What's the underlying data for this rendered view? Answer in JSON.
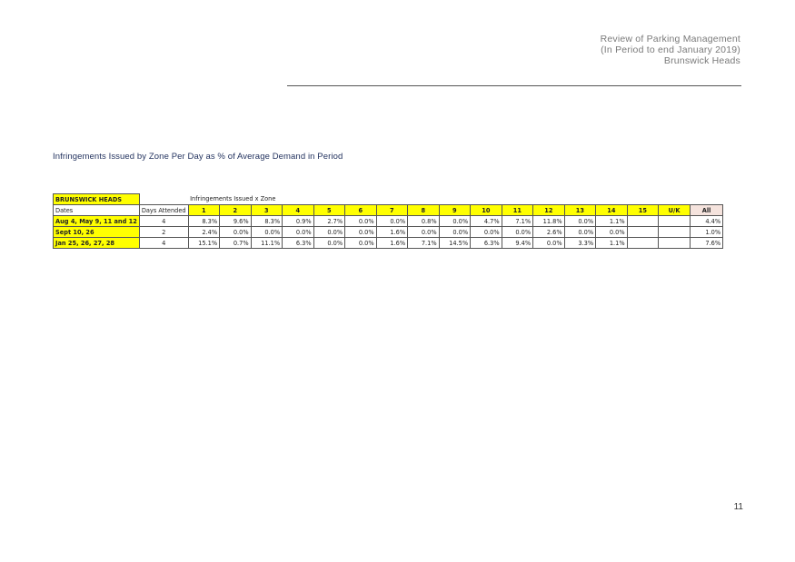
{
  "header": {
    "line1": "Review of Parking Management",
    "line2": "(In Period to end January 2019)",
    "line3": "Brunswick Heads"
  },
  "heading": "Infringements Issued by Zone Per Day as % of Average Demand in Period",
  "table": {
    "title": "BRUNSWICK HEADS",
    "subtitle": "Infringements Issued x Zone",
    "dates_header": "Dates",
    "days_header": "Days Attended",
    "zones": [
      "1",
      "2",
      "3",
      "4",
      "5",
      "6",
      "7",
      "8",
      "9",
      "10",
      "11",
      "12",
      "13",
      "14",
      "15",
      "U/K",
      "All"
    ],
    "rows": [
      {
        "dates": "Aug 4, May 9, 11 and 12",
        "days": "4",
        "values": [
          "8.3%",
          "9.6%",
          "8.3%",
          "0.9%",
          "2.7%",
          "0.0%",
          "0.0%",
          "0.8%",
          "0.0%",
          "4.7%",
          "7.1%",
          "11.8%",
          "0.0%",
          "1.1%",
          "",
          "",
          "4.4%"
        ]
      },
      {
        "dates": "Sept 10, 26",
        "days": "2",
        "values": [
          "2.4%",
          "0.0%",
          "0.0%",
          "0.0%",
          "0.0%",
          "0.0%",
          "1.6%",
          "0.0%",
          "0.0%",
          "0.0%",
          "0.0%",
          "2.6%",
          "0.0%",
          "0.0%",
          "",
          "",
          "1.0%"
        ]
      },
      {
        "dates": "Jan 25, 26, 27, 28",
        "days": "4",
        "values": [
          "15.1%",
          "0.7%",
          "11.1%",
          "6.3%",
          "0.0%",
          "0.0%",
          "1.6%",
          "7.1%",
          "14.5%",
          "6.3%",
          "9.4%",
          "0.0%",
          "3.3%",
          "1.1%",
          "",
          "",
          "7.6%"
        ]
      }
    ]
  },
  "page_number": "11"
}
